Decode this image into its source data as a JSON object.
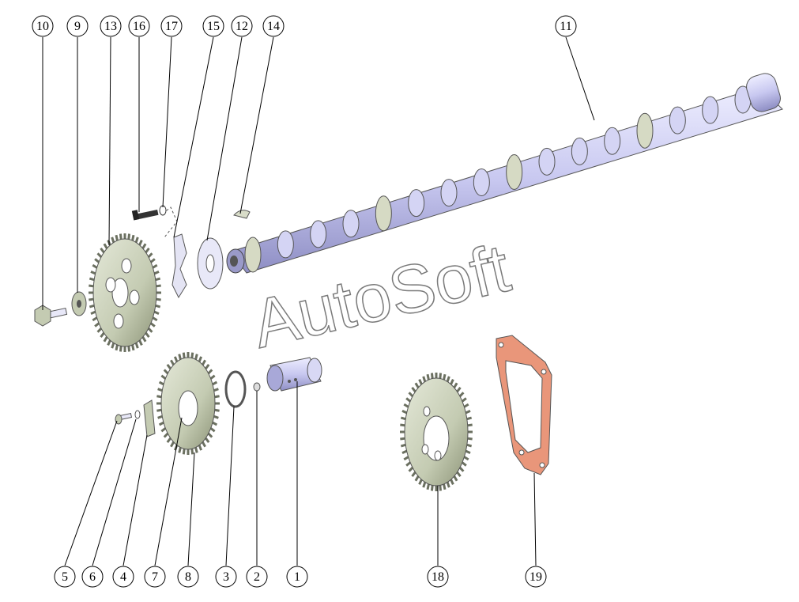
{
  "watermark": "AutoSoft",
  "callouts": [
    {
      "id": "c10",
      "label": "10"
    },
    {
      "id": "c9",
      "label": "9"
    },
    {
      "id": "c13",
      "label": "13"
    },
    {
      "id": "c16",
      "label": "16"
    },
    {
      "id": "c17",
      "label": "17"
    },
    {
      "id": "c15",
      "label": "15"
    },
    {
      "id": "c12",
      "label": "12"
    },
    {
      "id": "c14",
      "label": "14"
    },
    {
      "id": "c11",
      "label": "11"
    },
    {
      "id": "c5",
      "label": "5"
    },
    {
      "id": "c6",
      "label": "6"
    },
    {
      "id": "c4",
      "label": "4"
    },
    {
      "id": "c7",
      "label": "7"
    },
    {
      "id": "c8",
      "label": "8"
    },
    {
      "id": "c3",
      "label": "3"
    },
    {
      "id": "c2",
      "label": "2"
    },
    {
      "id": "c1",
      "label": "1"
    },
    {
      "id": "c18",
      "label": "18"
    },
    {
      "id": "c19",
      "label": "19"
    }
  ],
  "colors": {
    "metal_blue": "#c8c8f0",
    "metal_green": "#c4cbb2",
    "gasket": "#e9967a",
    "dark": "#333333"
  }
}
